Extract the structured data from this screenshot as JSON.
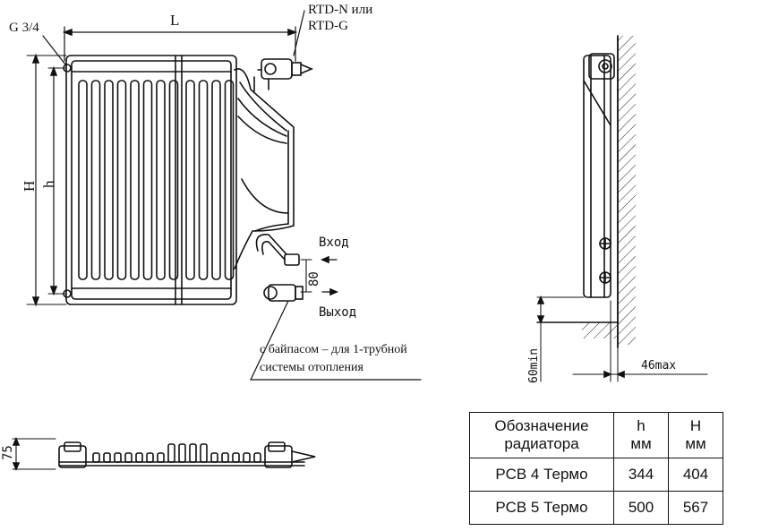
{
  "labels": {
    "length": "L",
    "thread": "G 3/4",
    "valve_line1": "RTD-N или",
    "valve_line2": "RTD-G",
    "height_total": "H",
    "height_axis": "h",
    "inlet": "Вход",
    "outlet": "Выход",
    "spacing": "80",
    "bypass_line1": "с байпасом – для 1-трубной",
    "bypass_line2": "системы отопления",
    "floor_gap": "60min",
    "wall_gap": "46max",
    "depth": "75"
  },
  "table": {
    "headers": [
      {
        "line1": "Обозначение",
        "line2": "радиатора"
      },
      {
        "line1": "h",
        "line2": "мм"
      },
      {
        "line1": "H",
        "line2": "мм"
      }
    ],
    "rows": [
      [
        "РСВ 4 Термо",
        "344",
        "404"
      ],
      [
        "РСВ 5 Термо",
        "500",
        "567"
      ]
    ]
  }
}
